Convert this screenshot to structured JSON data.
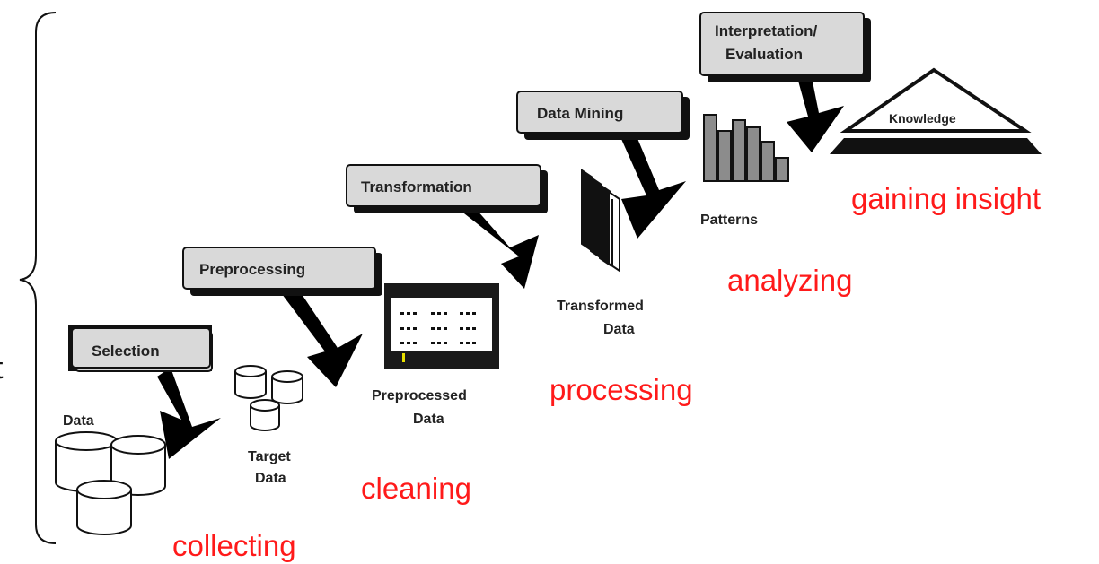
{
  "colors": {
    "box_fill": "#d9d9d9",
    "box_stroke": "#111111",
    "arrow": "#000000",
    "annotation_red": "#ff1a1a",
    "bar_fill": "#8c8c8c"
  },
  "steps": {
    "selection": "Selection",
    "preprocessing": "Preprocessing",
    "transformation": "Transformation",
    "data_mining": "Data Mining",
    "interpretation_line1": "Interpretation/",
    "interpretation_line2": "Evaluation"
  },
  "artifacts": {
    "data": "Data",
    "target_line1": "Target",
    "target_line2": "Data",
    "preprocessed_line1": "Preprocessed",
    "preprocessed_line2": "Data",
    "transformed_line1": "Transformed",
    "transformed_line2": "Data",
    "patterns": "Patterns",
    "knowledge": "Knowledge"
  },
  "annotations": {
    "collecting": "collecting",
    "cleaning": "cleaning",
    "processing": "processing",
    "analyzing": "analyzing",
    "gaining_insight": "gaining insight"
  },
  "brace_letter": "t",
  "icons": {
    "database": "database-cylinder-icon",
    "document": "document-window-icon",
    "stacked_pages": "stacked-pages-icon",
    "bar_chart": "bar-chart-icon",
    "pyramid": "knowledge-pyramid-icon",
    "arrow": "pointer-arrow-icon"
  }
}
